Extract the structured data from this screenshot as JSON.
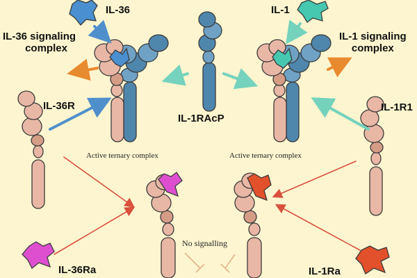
{
  "labels": {
    "il36": "IL-36",
    "il1": "IL-1",
    "il36_complex_line1": "IL-36 signaling",
    "il36_complex_line2": "complex",
    "il1_complex_line1": "IL-1 signaling",
    "il1_complex_line2": "complex",
    "il36r": "IL-36R",
    "il1r1": "IL-1R1",
    "il1racp": "IL-1RAcP",
    "il36ra": "IL-36Ra",
    "il1ra": "IL-1Ra"
  },
  "captions": {
    "active_left": "Active ternary complex",
    "active_right": "Active ternary complex",
    "no_signalling": "No signalling"
  },
  "colors": {
    "background": "#fdf5cf",
    "receptor_pink": "#e9b7a5",
    "receptor_pink_dark": "#d59c86",
    "accessory_blue": "#4f86ac",
    "accessory_blue_light": "#6fa2c4",
    "il36_ligand": "#4a8fd0",
    "il1_ligand": "#46c7b0",
    "il36ra_ligand": "#de4fd0",
    "il1ra_ligand": "#e2512b",
    "arrow_blue": "#4f8fcc",
    "arrow_teal": "#74d2bd",
    "arrow_orange": "#e88a2e",
    "arrow_red": "#d9503d",
    "inhibit_tan": "#e2b48a",
    "outline": "#3b3b3b"
  },
  "icons": [
    "il36-ligand-icon",
    "il1-ligand-icon",
    "il36ra-ligand-icon",
    "il1ra-ligand-icon"
  ]
}
